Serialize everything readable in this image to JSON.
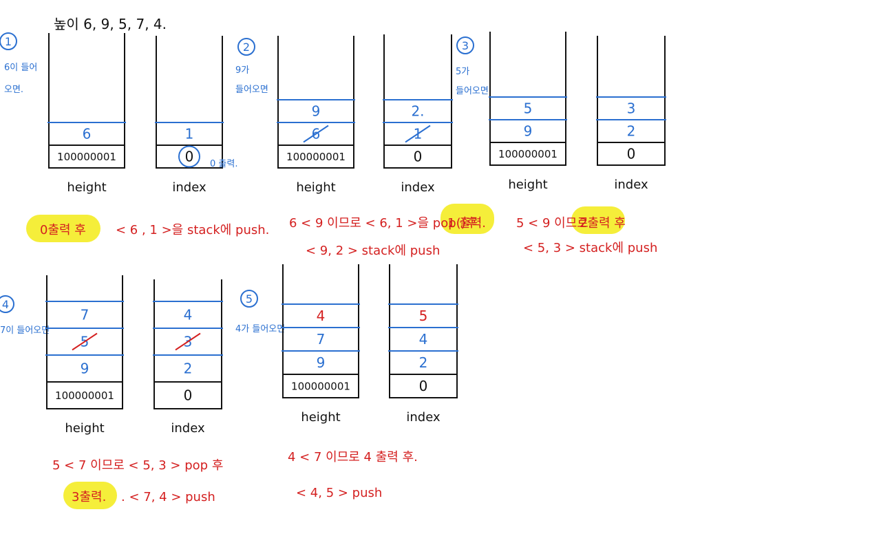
{
  "header": {
    "title": "높이 6, 9, 5, 7, 4."
  },
  "steps": [
    {
      "num": "1",
      "note": [
        "6이 들어",
        "오면."
      ],
      "height_label": "height",
      "index_label": "index",
      "height_stack": [
        {
          "value": "100000001",
          "color": "black"
        },
        {
          "value": "6",
          "color": "blue"
        }
      ],
      "index_stack": [
        {
          "value": "0",
          "color": "black",
          "circled": true
        },
        {
          "value": "1",
          "color": "blue"
        }
      ],
      "side_note": "0 출력."
    },
    {
      "num": "2",
      "note": [
        "9가",
        "들어오면"
      ],
      "height_label": "height",
      "index_label": "index",
      "height_stack": [
        {
          "value": "100000001",
          "color": "black"
        },
        {
          "value": "6",
          "color": "blue",
          "struck": true
        },
        {
          "value": "9",
          "color": "blue"
        }
      ],
      "index_stack": [
        {
          "value": "0",
          "color": "black"
        },
        {
          "value": "1",
          "color": "blue",
          "struck": true
        },
        {
          "value": "2.",
          "color": "blue"
        }
      ]
    },
    {
      "num": "3",
      "note": [
        "5가",
        "들어오면"
      ],
      "height_label": "height",
      "index_label": "index",
      "height_stack": [
        {
          "value": "100000001",
          "color": "black"
        },
        {
          "value": "9",
          "color": "blue"
        },
        {
          "value": "5",
          "color": "blue"
        }
      ],
      "index_stack": [
        {
          "value": "0",
          "color": "black"
        },
        {
          "value": "2",
          "color": "blue"
        },
        {
          "value": "3",
          "color": "blue"
        }
      ]
    },
    {
      "num": "4",
      "note": [
        "7이 들어오면"
      ],
      "height_label": "height",
      "index_label": "index",
      "height_stack": [
        {
          "value": "100000001",
          "color": "black"
        },
        {
          "value": "9",
          "color": "blue"
        },
        {
          "value": "5",
          "color": "blue",
          "struck": true
        },
        {
          "value": "7",
          "color": "blue"
        }
      ],
      "index_stack": [
        {
          "value": "0",
          "color": "black"
        },
        {
          "value": "2",
          "color": "blue"
        },
        {
          "value": "3",
          "color": "blue",
          "struck": true
        },
        {
          "value": "4",
          "color": "blue"
        }
      ]
    },
    {
      "num": "5",
      "note": [
        "4가 들어오면"
      ],
      "height_label": "height",
      "index_label": "index",
      "height_stack": [
        {
          "value": "100000001",
          "color": "black"
        },
        {
          "value": "9",
          "color": "blue"
        },
        {
          "value": "7",
          "color": "blue"
        },
        {
          "value": "4",
          "color": "red"
        }
      ],
      "index_stack": [
        {
          "value": "0",
          "color": "black"
        },
        {
          "value": "2",
          "color": "blue"
        },
        {
          "value": "4",
          "color": "blue"
        },
        {
          "value": "5",
          "color": "red"
        }
      ]
    }
  ],
  "annotations": {
    "a1": {
      "highlight": "0출력 후",
      "text": "< 6 , 1 >을 stack에 push."
    },
    "a2": {
      "line1": "6 < 9 이므로 < 6, 1 >을 pop()후",
      "highlight": "1 출력.",
      "line2": "< 9, 2 > stack에 push"
    },
    "a3": {
      "line1": "5 < 9 이므로",
      "highlight": "2출력 후",
      "line2": "< 5, 3 > stack에 push"
    },
    "a4": {
      "line1": "5 < 7 이므로 < 5, 3 > pop 후",
      "highlight": "3출력.",
      "line2": ". < 7, 4 > push"
    },
    "a5": {
      "line1": "4 < 7 이므로 4 출력 후.",
      "line2": "< 4, 5 > push"
    }
  },
  "colors": {
    "ink": "#111111",
    "blue": "#2a6fd0",
    "red": "#d42020",
    "highlight": "#f5ee3a"
  }
}
